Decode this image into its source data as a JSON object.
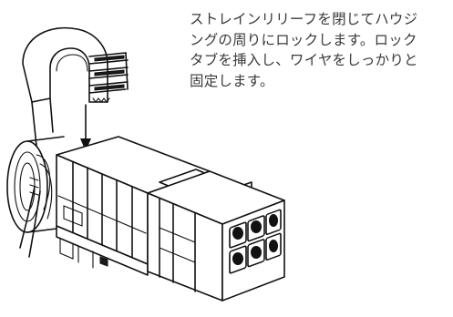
{
  "caption": {
    "lines": [
      "ストレインリリーフを閉じてハウジ",
      "ングの周りにロックします。ロック",
      "タブを挿入し、ワイヤをしっかりと",
      "固定します。"
    ]
  },
  "illustration": {
    "subject": "strain-relief-and-connector-housing",
    "arrow_direction": "down",
    "cavity_count": 6
  }
}
